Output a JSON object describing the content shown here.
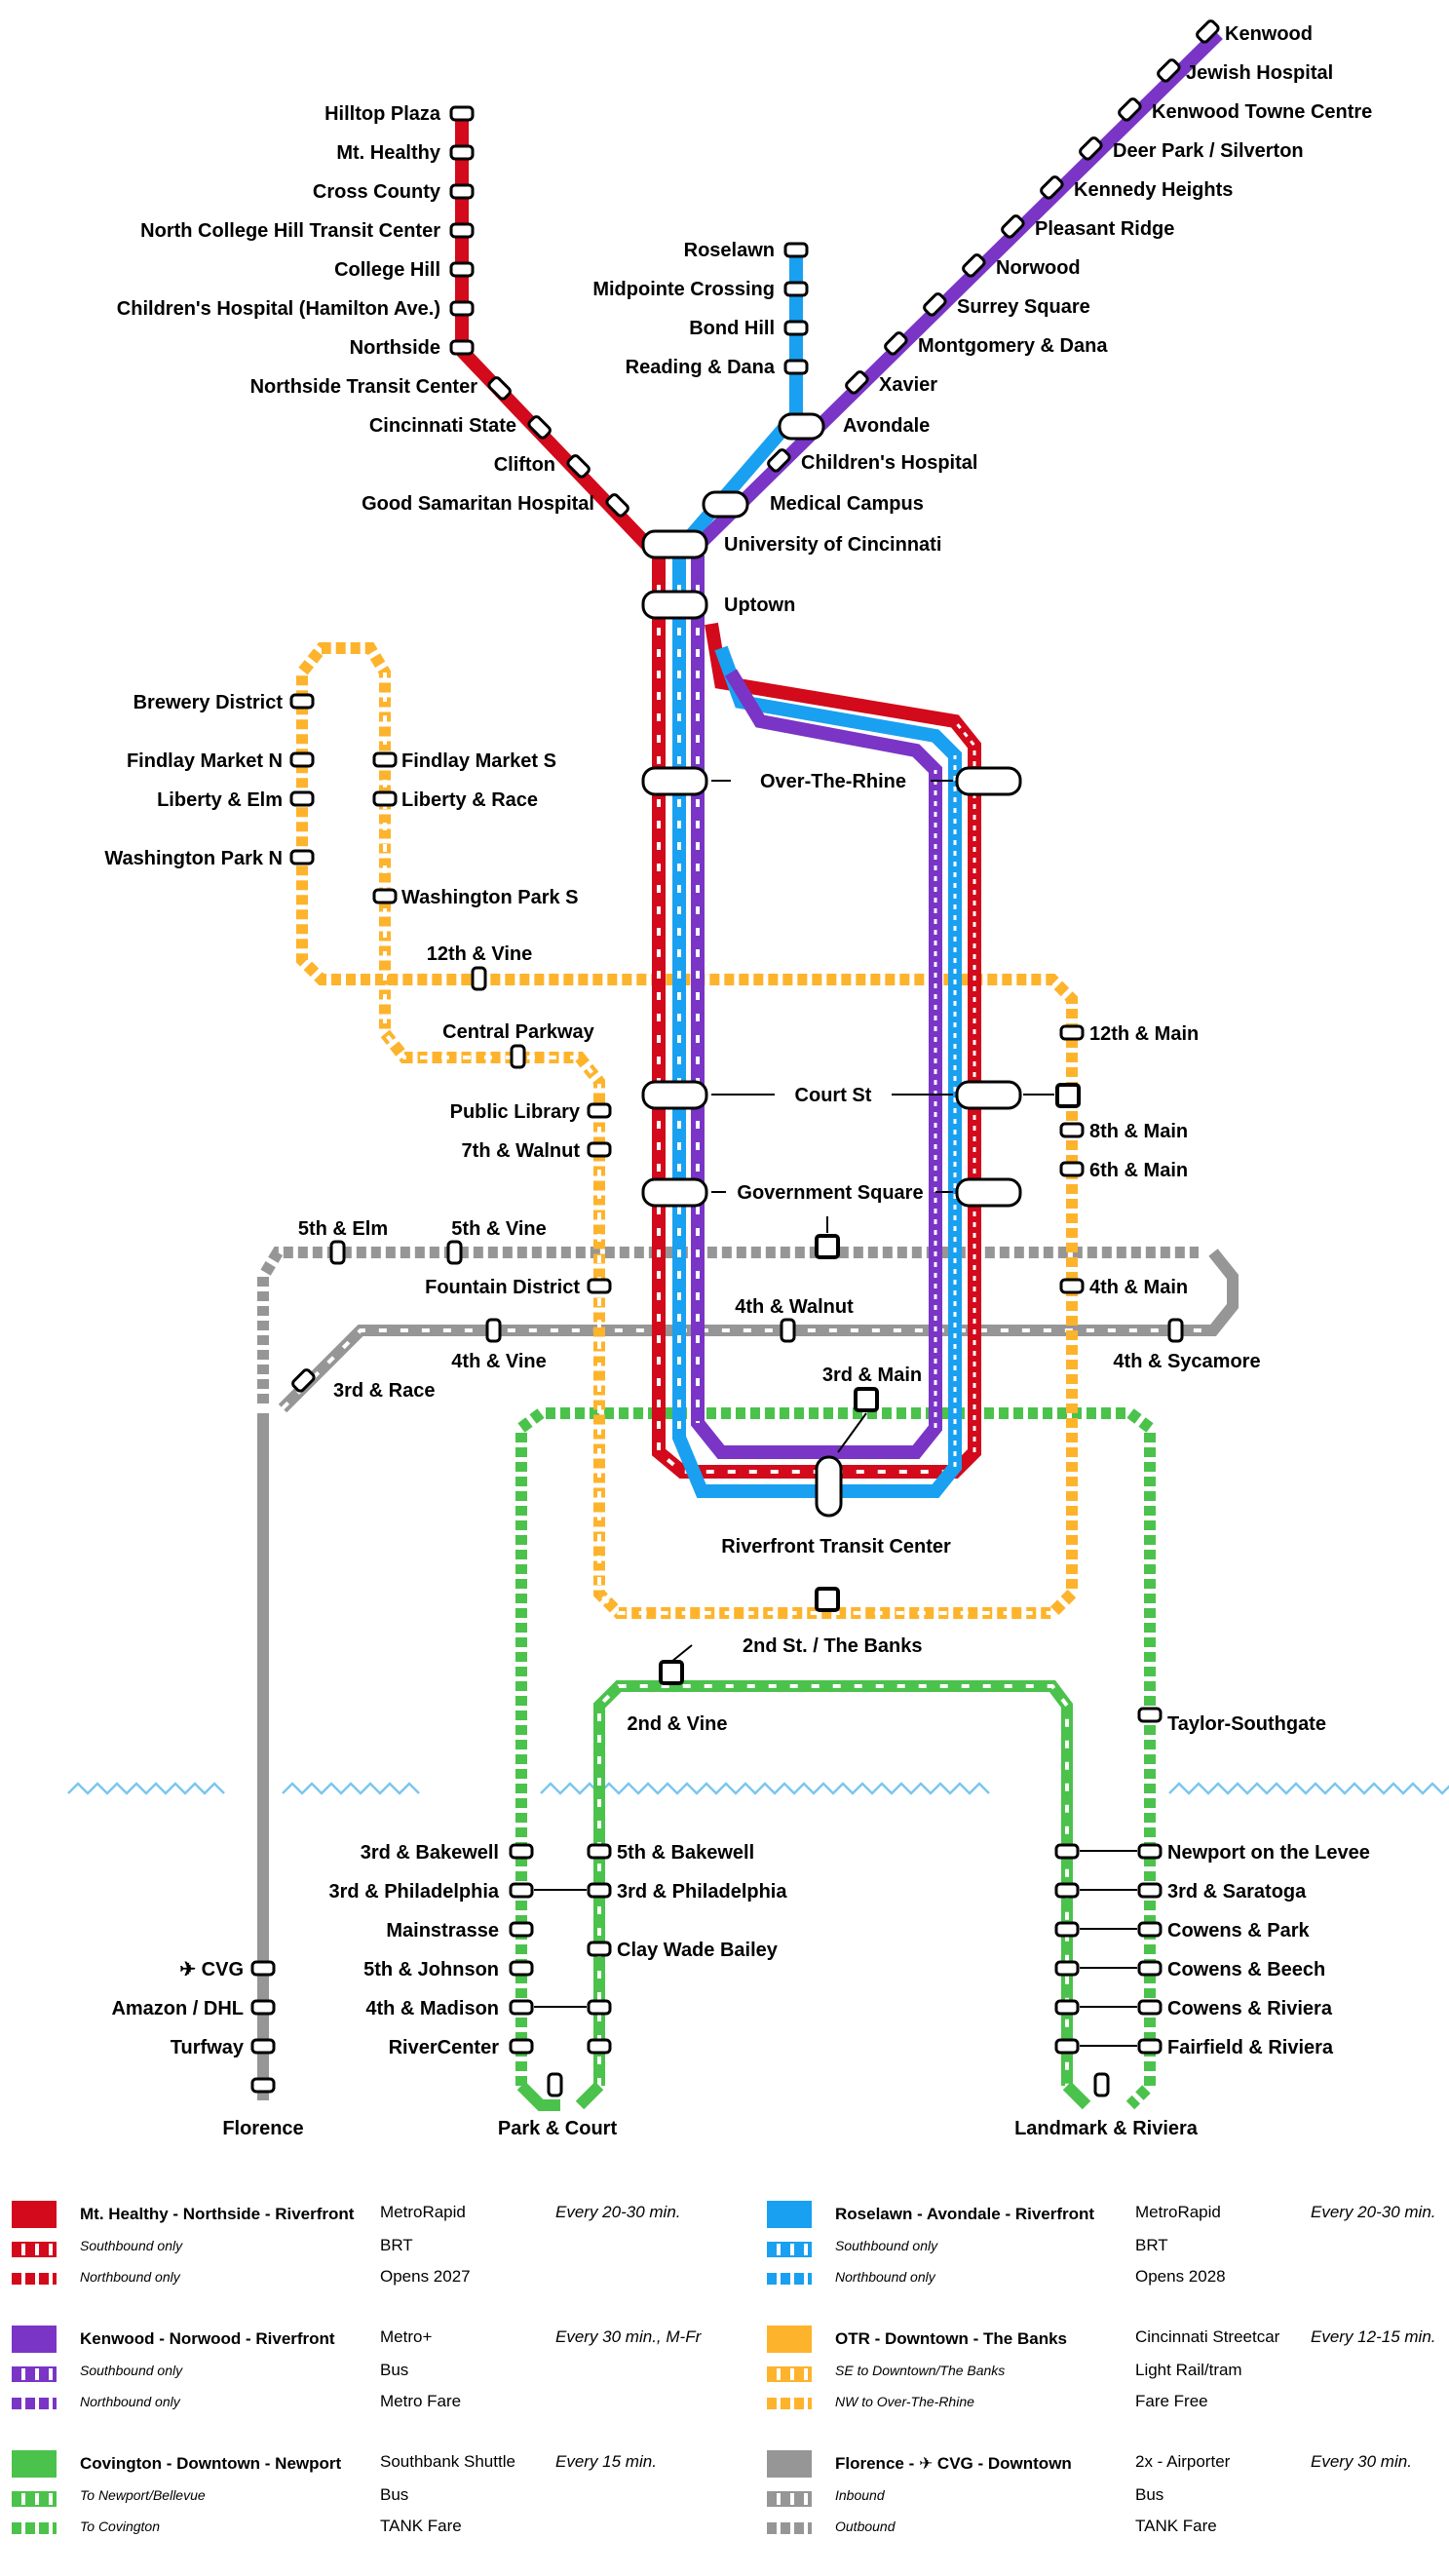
{
  "colors": {
    "red": "#d20a1b",
    "blue": "#1aa0f0",
    "purple": "#7a35c6",
    "orange": "#fdb32b",
    "green": "#4bc24b",
    "gray": "#969696",
    "water": "#7cc6ef"
  },
  "stations": {
    "hilltop_plaza": "Hilltop Plaza",
    "mt_healthy": "Mt. Healthy",
    "cross_county": "Cross County",
    "north_college_hill": "North College Hill Transit Center",
    "college_hill": "College Hill",
    "childrens_hamilton": "Children's Hospital (Hamilton Ave.)",
    "northside": "Northside",
    "northside_tc": "Northside Transit Center",
    "cincinnati_state": "Cincinnati State",
    "clifton": "Clifton",
    "good_samaritan": "Good Samaritan Hospital",
    "roselawn": "Roselawn",
    "midpointe": "Midpointe Crossing",
    "bond_hill": "Bond Hill",
    "reading_dana": "Reading & Dana",
    "kenwood": "Kenwood",
    "jewish_hospital": "Jewish Hospital",
    "kenwood_towne": "Kenwood Towne Centre",
    "deer_park": "Deer Park / Silverton",
    "kennedy_heights": "Kennedy Heights",
    "pleasant_ridge": "Pleasant Ridge",
    "norwood": "Norwood",
    "surrey_square": "Surrey Square",
    "montgomery_dana": "Montgomery & Dana",
    "xavier": "Xavier",
    "avondale": "Avondale",
    "childrens_hospital": "Children's Hospital",
    "medical_campus": "Medical Campus",
    "uc": "University of Cincinnati",
    "uptown": "Uptown",
    "brewery_district": "Brewery District",
    "findlay_n": "Findlay Market N",
    "findlay_s": "Findlay Market S",
    "liberty_elm": "Liberty & Elm",
    "liberty_race": "Liberty & Race",
    "washington_n": "Washington Park N",
    "washington_s": "Washington Park S",
    "otr": "Over-The-Rhine",
    "twelfth_vine": "12th & Vine",
    "central_parkway": "Central Parkway",
    "twelfth_main": "12th & Main",
    "public_library": "Public Library",
    "seventh_walnut": "7th & Walnut",
    "court_st": "Court St",
    "eighth_main": "8th & Main",
    "sixth_main": "6th & Main",
    "gov_square": "Government Square",
    "fifth_elm": "5th & Elm",
    "fifth_vine": "5th & Vine",
    "fountain_district": "Fountain District",
    "fourth_walnut": "4th & Walnut",
    "fourth_main": "4th & Main",
    "fourth_vine": "4th & Vine",
    "fourth_sycamore": "4th & Sycamore",
    "third_race": "3rd & Race",
    "third_main": "3rd & Main",
    "riverfront_tc": "Riverfront Transit Center",
    "second_banks": "2nd St. / The Banks",
    "second_vine": "2nd & Vine",
    "taylor_southgate": "Taylor-Southgate",
    "third_bakewell": "3rd & Bakewell",
    "fifth_bakewell": "5th & Bakewell",
    "newport_levee": "Newport on the Levee",
    "third_philadelphia_w": "3rd & Philadelphia",
    "third_philadelphia_e": "3rd & Philadelphia",
    "third_saratoga": "3rd & Saratoga",
    "mainstrasse": "Mainstrasse",
    "clay_wade_bailey": "Clay Wade Bailey",
    "cowens_park": "Cowens & Park",
    "cvg": "✈ CVG",
    "fifth_johnson": "5th & Johnson",
    "cowens_beech": "Cowens & Beech",
    "amazon_dhl": "Amazon / DHL",
    "fourth_madison": "4th & Madison",
    "cowens_riviera": "Cowens & Riviera",
    "turfway": "Turfway",
    "rivercenter": "RiverCenter",
    "fairfield_riviera": "Fairfield & Riviera",
    "florence": "Florence",
    "park_court": "Park & Court",
    "landmark_riviera": "Landmark & Riviera"
  },
  "legend": [
    {
      "name": "Mt. Healthy - Northside - Riverfront",
      "color": "red",
      "sub1": "Southbound only",
      "sub2": "Northbound only",
      "service": "MetroRapid",
      "mode": "BRT",
      "fare": "Opens 2027",
      "freq": "Every 20-30 min."
    },
    {
      "name": "Roselawn - Avondale - Riverfront",
      "color": "blue",
      "sub1": "Southbound only",
      "sub2": "Northbound only",
      "service": "MetroRapid",
      "mode": "BRT",
      "fare": "Opens 2028",
      "freq": "Every 20-30 min."
    },
    {
      "name": "Kenwood - Norwood - Riverfront",
      "color": "purple",
      "sub1": "Southbound only",
      "sub2": "Northbound only",
      "service": "Metro+",
      "mode": "Bus",
      "fare": "Metro Fare",
      "freq": "Every 30 min., M-Fr"
    },
    {
      "name": "OTR - Downtown - The Banks",
      "color": "orange",
      "sub1": "SE to Downtown/The Banks",
      "sub2": "NW to Over-The-Rhine",
      "service": "Cincinnati Streetcar",
      "mode": "Light Rail/tram",
      "fare": "Fare Free",
      "freq": "Every 12-15 min."
    },
    {
      "name": "Covington - Downtown - Newport",
      "color": "green",
      "sub1": "To Newport/Bellevue",
      "sub2": "To Covington",
      "service": "Southbank Shuttle",
      "mode": "Bus",
      "fare": "TANK Fare",
      "freq": "Every 15 min."
    },
    {
      "name": "Florence - ✈ CVG - Downtown",
      "color": "gray",
      "sub1": "Inbound",
      "sub2": "Outbound",
      "service": "2x - Airporter",
      "mode": "Bus",
      "fare": "TANK Fare",
      "freq": "Every 30 min."
    }
  ]
}
